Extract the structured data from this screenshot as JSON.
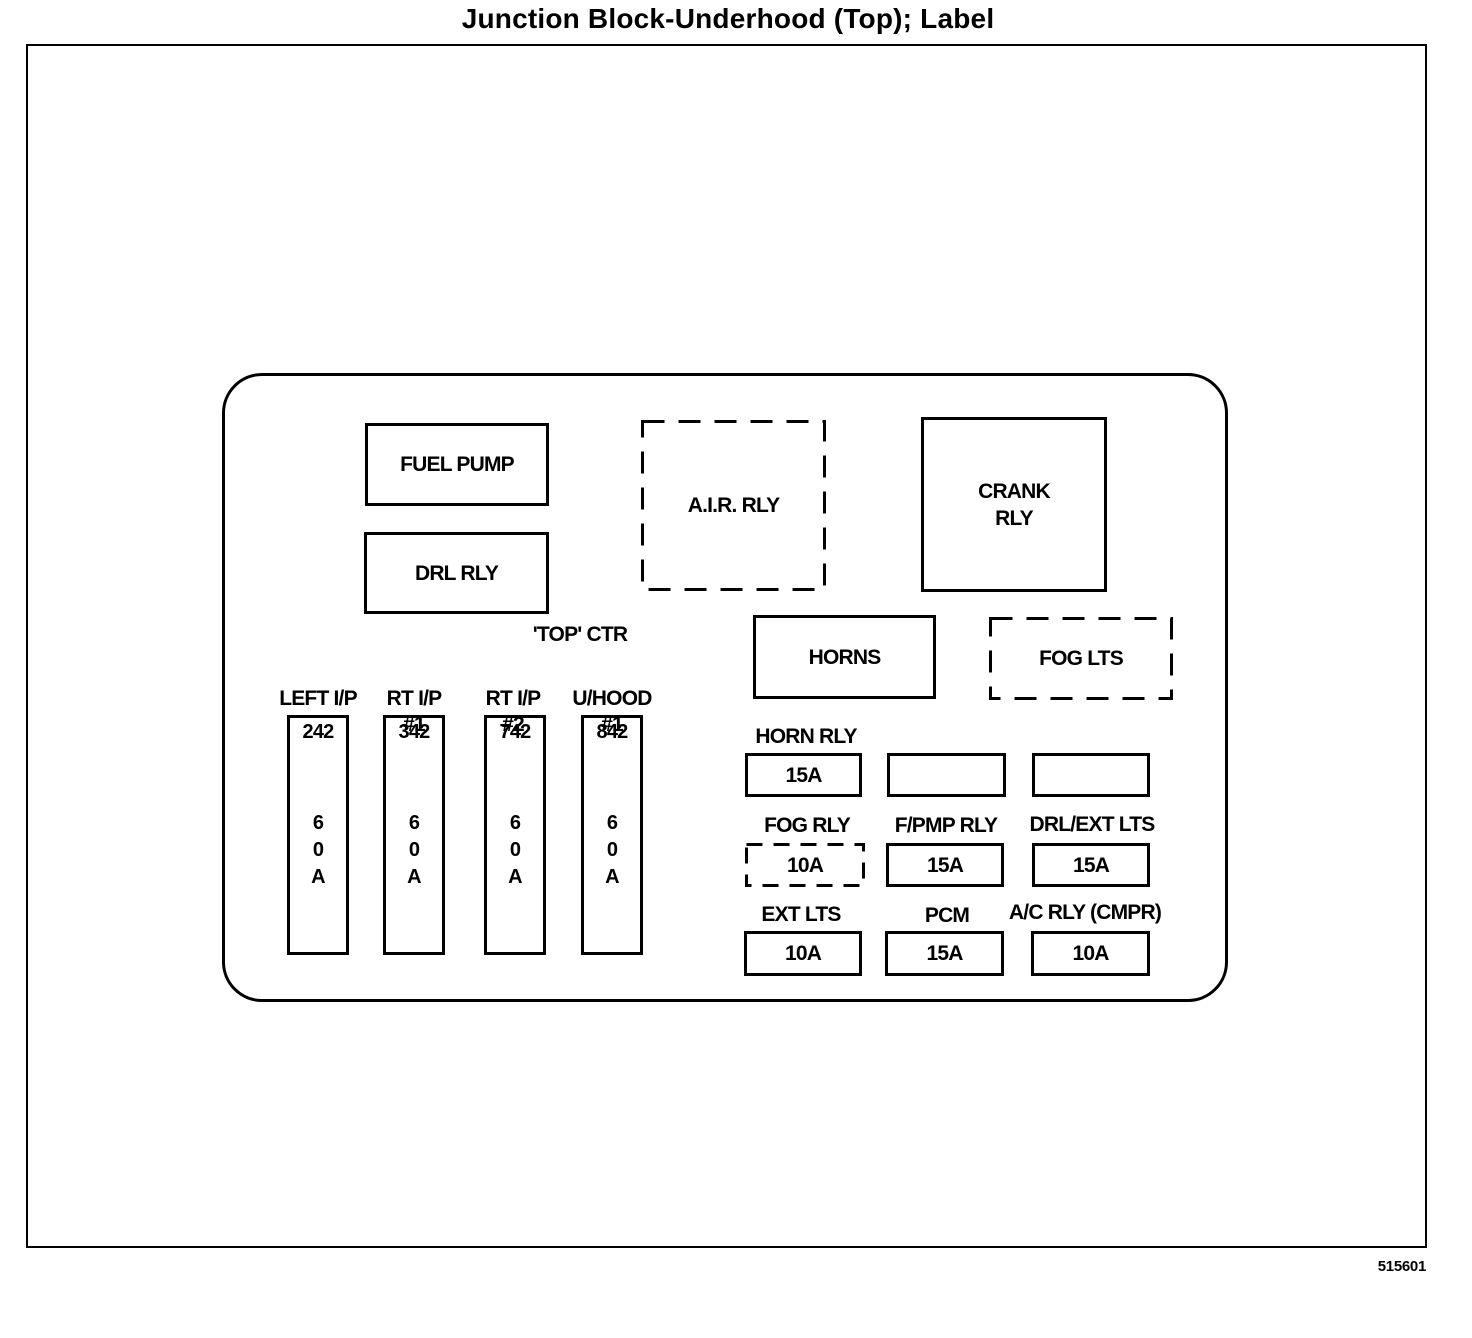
{
  "title": "Junction Block-Underhood (Top); Label",
  "figure_code": "515601",
  "relays": {
    "fuel_pump": "FUEL PUMP",
    "drl_rly": "DRL RLY",
    "air_rly": "A.I.R. RLY",
    "crank_rly": "CRANK\nRLY",
    "horns": "HORNS",
    "fog_lts": "FOG LTS"
  },
  "top_ctr_label": "'TOP'  CTR",
  "maxi_fuses": [
    {
      "label": "LEFT I/P",
      "number": "242",
      "rating": "6\n0\nA"
    },
    {
      "label": "RT I/P\n#1",
      "number": "342",
      "rating": "6\n0\nA"
    },
    {
      "label": "RT I/P\n#2",
      "number": "742",
      "rating": "6\n0\nA"
    },
    {
      "label": "U/HOOD\n#1",
      "number": "842",
      "rating": "6\n0\nA"
    }
  ],
  "mini_fuses": {
    "horn_rly": {
      "label": "HORN RLY",
      "rating": "15A"
    },
    "blank_1": {
      "label": "",
      "rating": ""
    },
    "blank_2": {
      "label": "",
      "rating": ""
    },
    "fog_rly": {
      "label": "FOG RLY",
      "rating": "10A"
    },
    "fpmp_rly": {
      "label": "F/PMP RLY",
      "rating": "15A"
    },
    "drl_ext_lts": {
      "label": "DRL/EXT LTS",
      "rating": "15A"
    },
    "ext_lts": {
      "label": "EXT LTS",
      "rating": "10A"
    },
    "pcm": {
      "label": "PCM",
      "rating": "15A"
    },
    "ac_rly": {
      "label": "A/C RLY (CMPR)",
      "rating": "10A"
    }
  }
}
